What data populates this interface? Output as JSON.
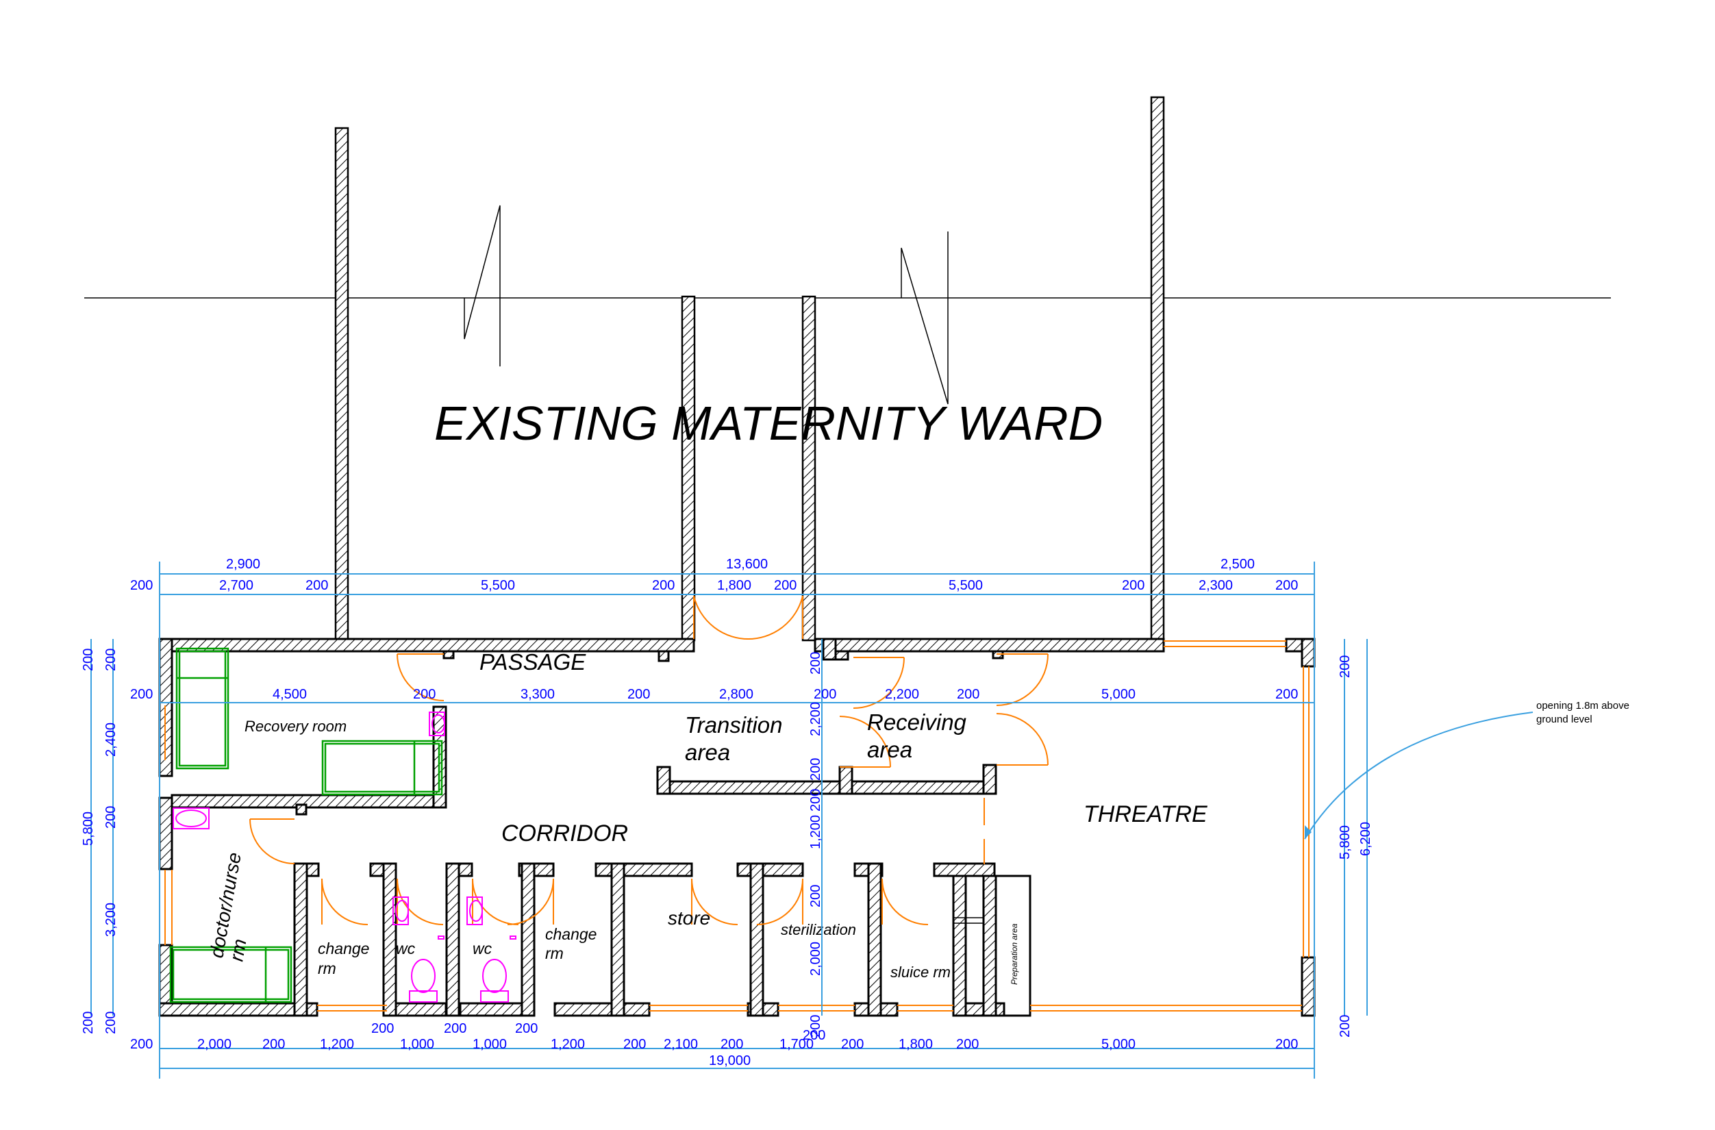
{
  "title": "EXISTING MATERNITY WARD",
  "rooms": {
    "passage": "PASSAGE",
    "transition_1": "Transition",
    "transition_2": "area",
    "receiving_1": "Receiving",
    "receiving_2": "area",
    "recovery": "Recovery room",
    "corridor": "CORRIDOR",
    "theatre": "THREATRE",
    "doctor_1": "doctor/nurse",
    "doctor_2": "rm",
    "change1_1": "change",
    "change1_2": "rm",
    "wc1": "wc",
    "wc2": "wc",
    "change2_1": "change",
    "change2_2": "rm",
    "store": "store",
    "sterilization": "sterilization",
    "sluice": "sluice rm",
    "preparation": "Preparation area"
  },
  "note": {
    "line1": "opening 1.8m above",
    "line2": "ground level"
  },
  "dimensions": {
    "top_row1": [
      "2,900",
      "13,600",
      "2,500"
    ],
    "top_row2": [
      "200",
      "2,700",
      "200",
      "5,500",
      "200",
      "1,800",
      "200",
      "5,500",
      "200",
      "2,300",
      "200"
    ],
    "interior_row": [
      "200",
      "4,500",
      "200",
      "3,300",
      "200",
      "2,800",
      "200",
      "2,200",
      "200",
      "5,000",
      "200"
    ],
    "bottom_row1": [
      "200",
      "2,000",
      "200",
      "1,200",
      "1,000",
      "1,000",
      "1,200",
      "200",
      "2,100",
      "200",
      "1,700",
      "200",
      "1,800",
      "200",
      "5,000",
      "200"
    ],
    "bottom_small": [
      "200",
      "200",
      "200",
      "200"
    ],
    "bottom_total": "19,000",
    "left_outer": [
      "200",
      "5,800",
      "200"
    ],
    "left_inner": [
      "200",
      "2,400",
      "200",
      "3,200",
      "200"
    ],
    "right_inner": [
      "200",
      "5,800",
      "200"
    ],
    "right_outer": "6,200",
    "mid_vertical": [
      "200",
      "2,200",
      "200",
      "200",
      "1,200",
      "200",
      "2,000",
      "200"
    ]
  }
}
